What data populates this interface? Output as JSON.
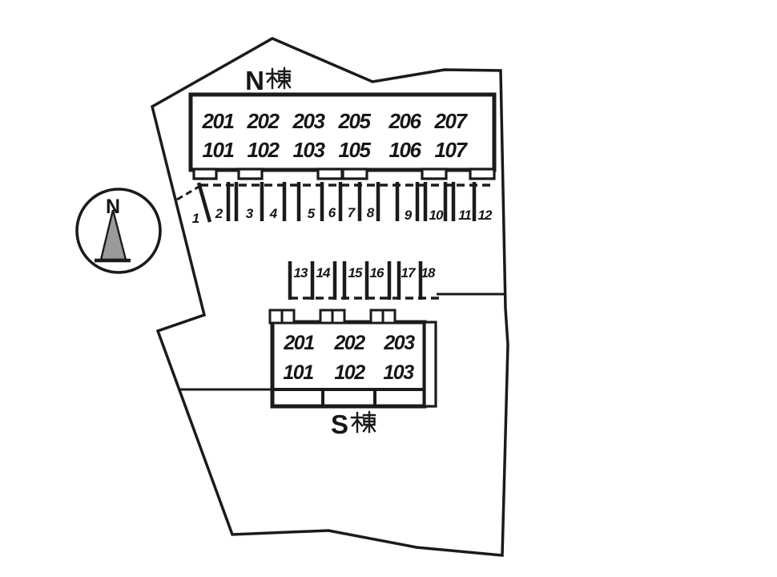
{
  "plan": {
    "compass": {
      "label": "N"
    },
    "north_building": {
      "name": "N棟",
      "name_letter": "N",
      "units_2f": [
        "201",
        "202",
        "203",
        "205",
        "206",
        "207"
      ],
      "units_1f": [
        "101",
        "102",
        "103",
        "105",
        "106",
        "107"
      ]
    },
    "south_building": {
      "name": "S棟",
      "name_letter": "S",
      "units_2f": [
        "201",
        "202",
        "203"
      ],
      "units_1f": [
        "101",
        "102",
        "103"
      ]
    },
    "parking": {
      "north_row": [
        "1",
        "2",
        "3",
        "4",
        "5",
        "6",
        "7",
        "8",
        "9",
        "10",
        "11",
        "12"
      ],
      "south_row": [
        "13",
        "14",
        "15",
        "16",
        "17",
        "18"
      ]
    },
    "colors": {
      "line": "#1b1b1b",
      "background": "#ffffff",
      "compass_needle_fill": "#9a9a9a"
    }
  }
}
